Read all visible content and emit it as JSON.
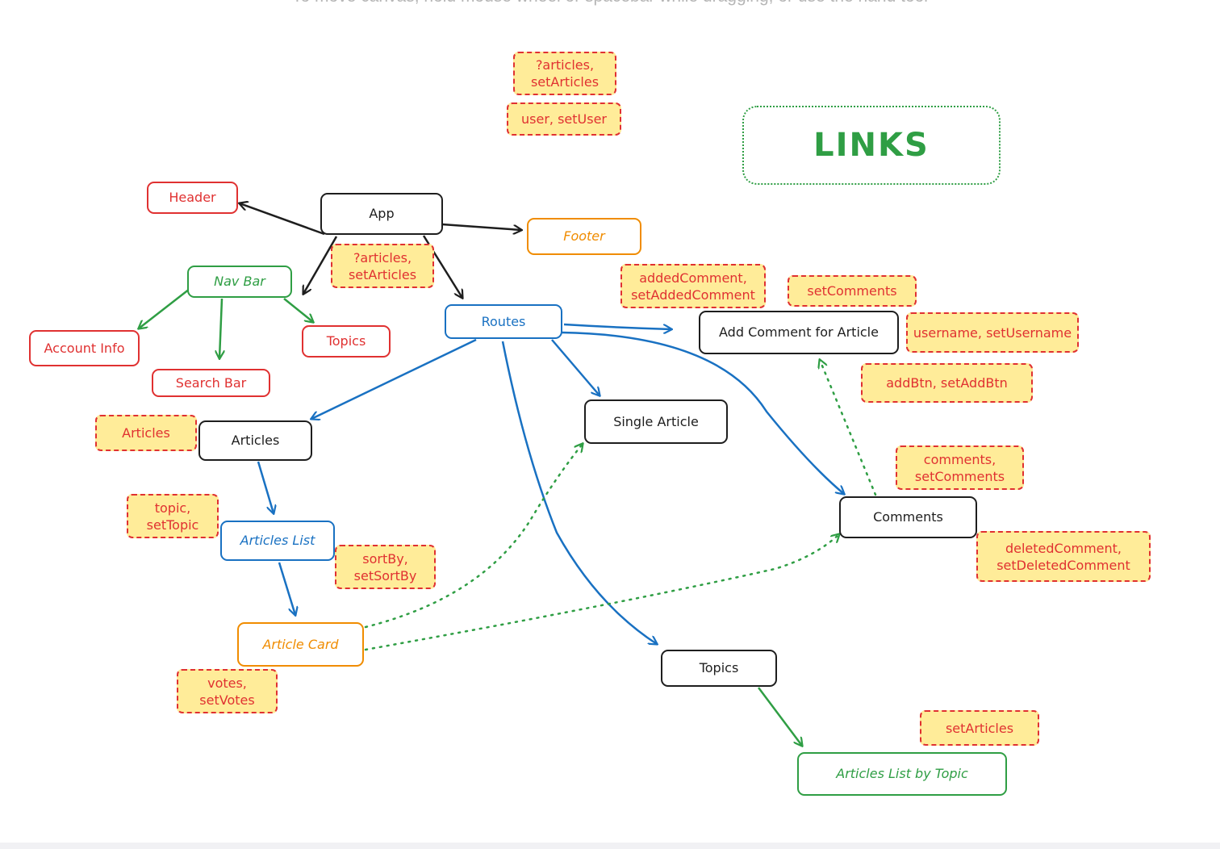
{
  "hint": "To move canvas, hold mouse wheel or spacebar while dragging, or use the hand tool",
  "links_label": "LINKS",
  "nodes": {
    "app": "App",
    "header": "Header",
    "footer": "Footer",
    "nav_bar": "Nav Bar",
    "account_info": "Account Info",
    "search_bar": "Search Bar",
    "topics_nav": "Topics",
    "routes": "Routes",
    "add_comment": "Add Comment for Article",
    "single_article": "Single Article",
    "articles": "Articles",
    "articles_list": "Articles List",
    "article_card": "Article Card",
    "comments": "Comments",
    "topics": "Topics",
    "articles_by_topic": "Articles List by Topic"
  },
  "state": {
    "top_articles": "?articles,\nsetArticles",
    "top_user": "user, setUser",
    "app_articles": "?articles,\nsetArticles",
    "added_comment": "addedComment,\nsetAddedComment",
    "set_comments": "setComments",
    "username": "username, setUsername",
    "add_btn": "addBtn, setAddBtn",
    "articles": "Articles",
    "topic": "topic,\nsetTopic",
    "sort_by": "sortBy,\nsetSortBy",
    "votes": "votes,\nsetVotes",
    "comments": "comments,\nsetComments",
    "deleted_comment": "deletedComment,\nsetDeletedComment",
    "set_articles": "setArticles"
  },
  "colors": {
    "black": "#1e1e1e",
    "red": "#e03131",
    "green": "#2f9e44",
    "blue": "#1971c2",
    "orange": "#f08c00",
    "state_fill": "#ffec99"
  }
}
